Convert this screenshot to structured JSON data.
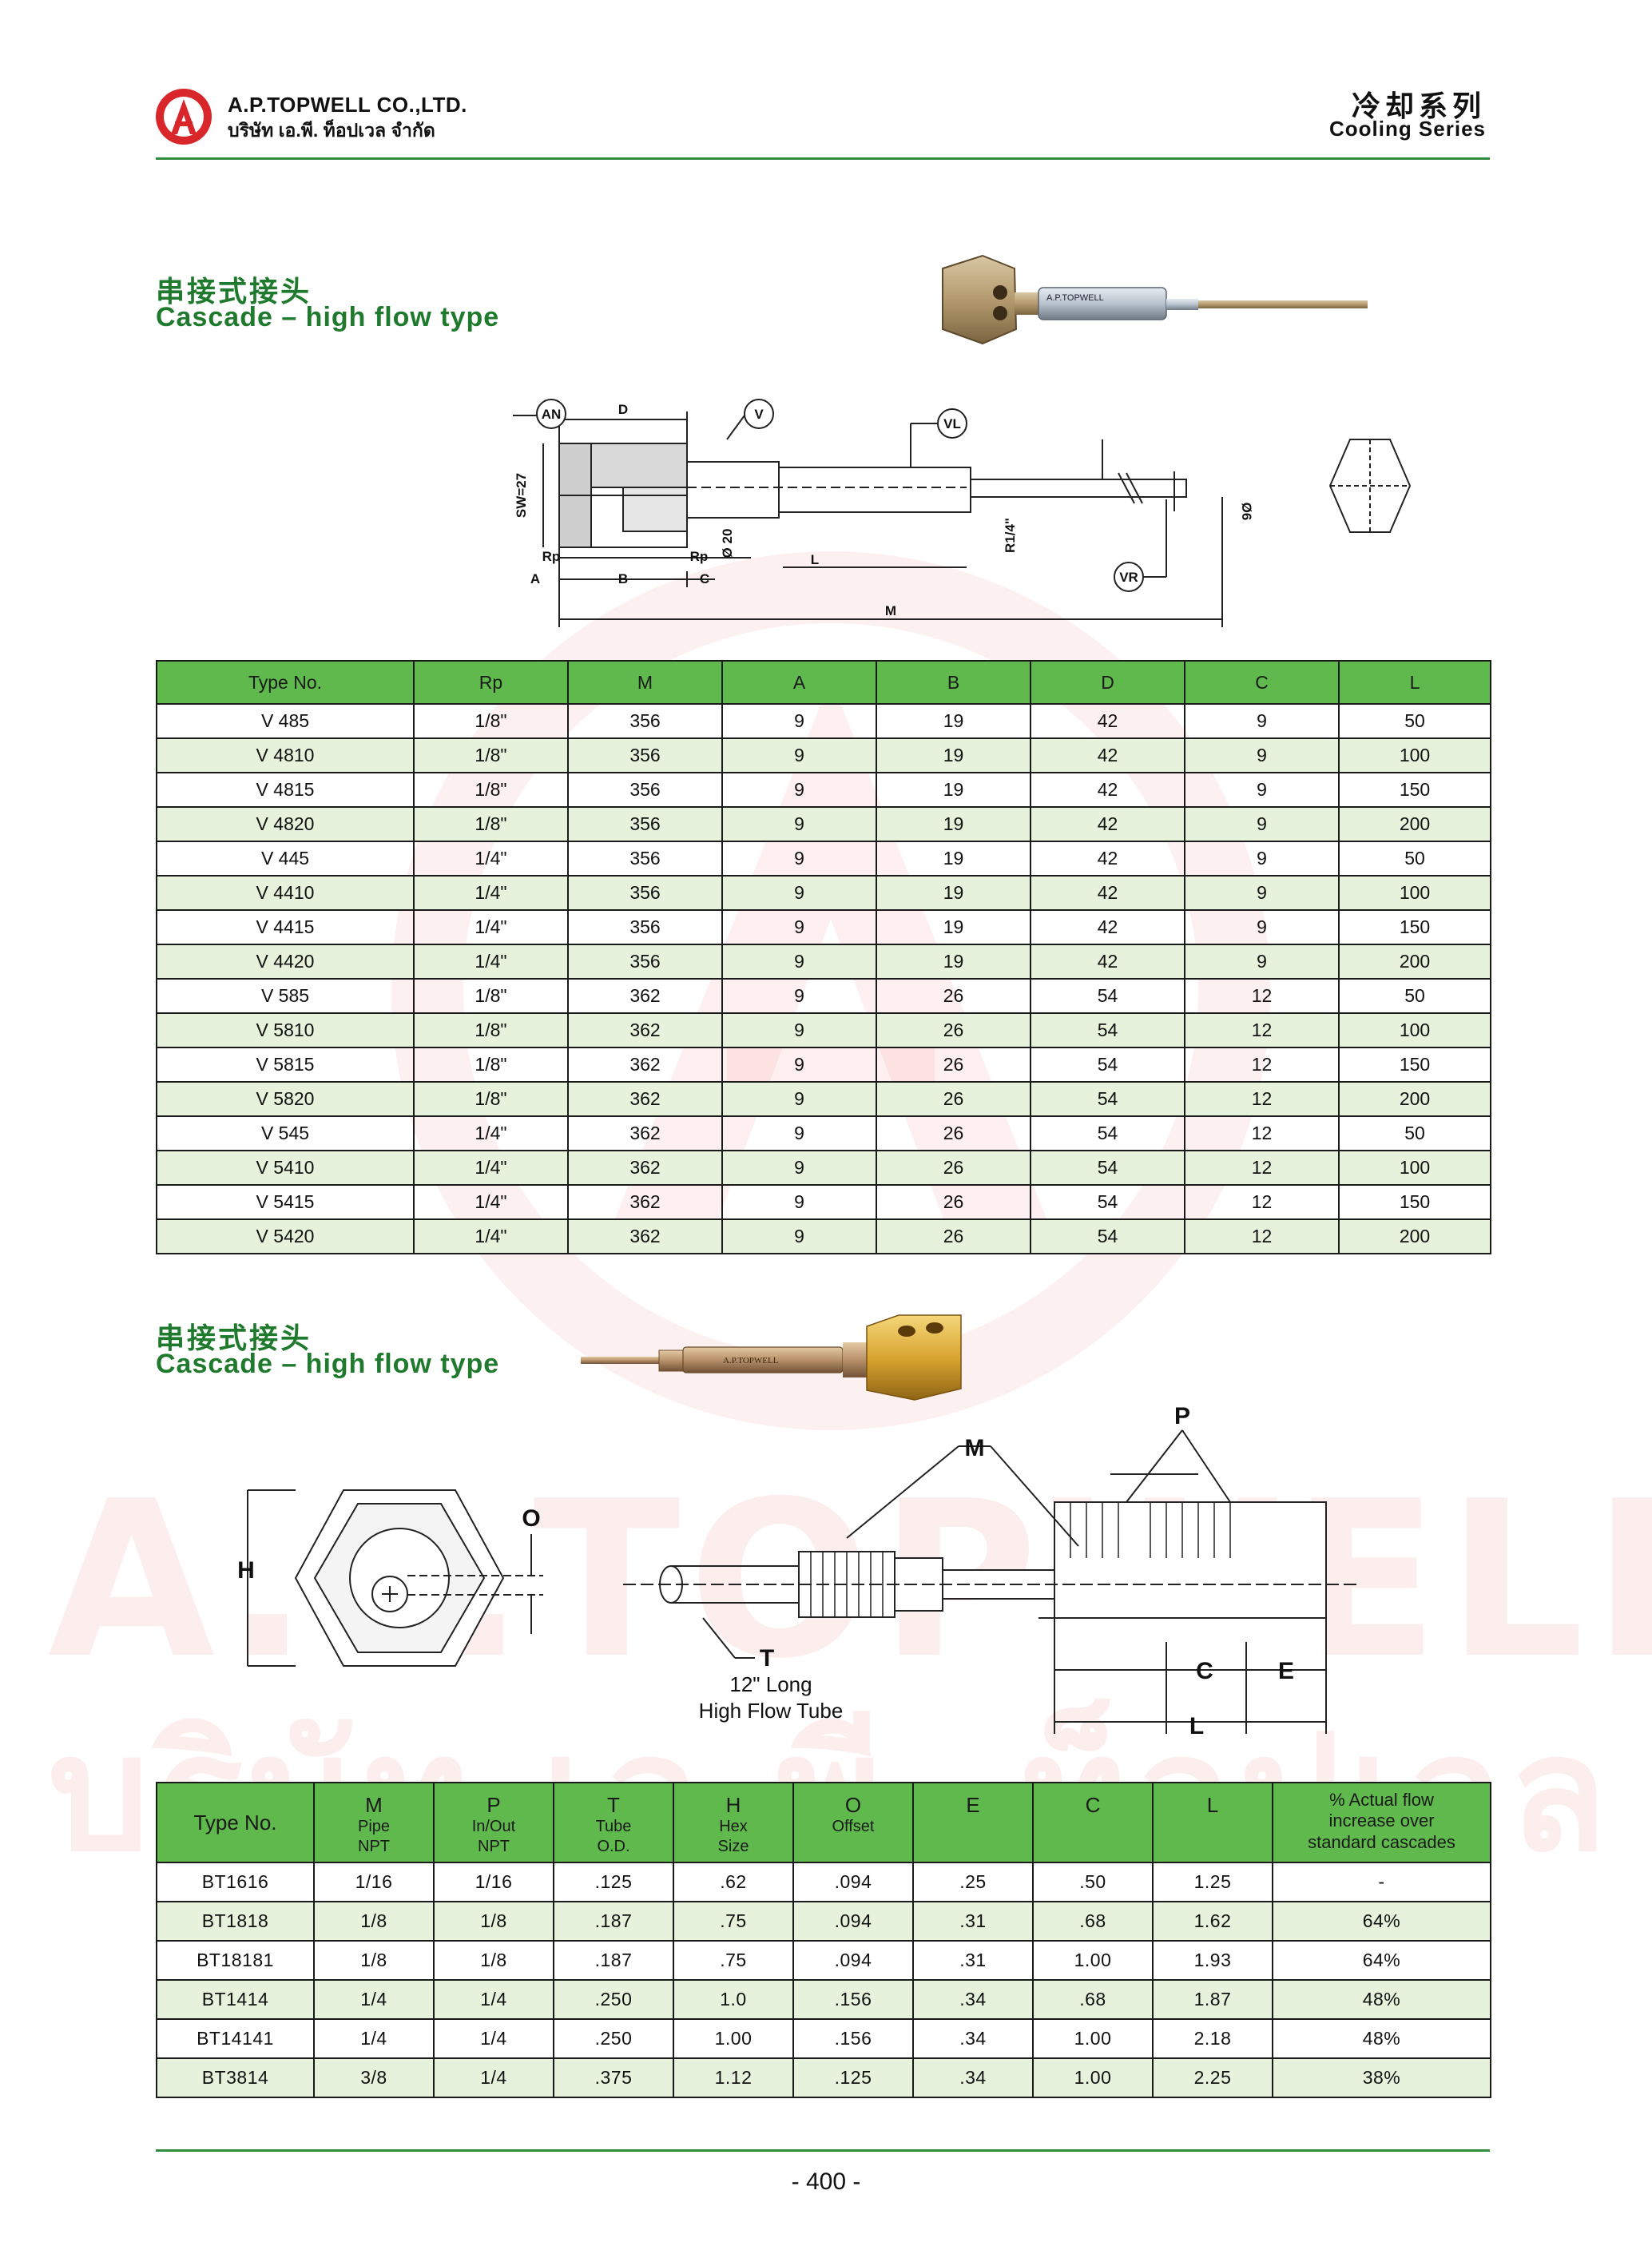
{
  "header": {
    "company_en": "A.P.TOPWELL CO.,LTD.",
    "company_th": "บริษัท เอ.พี. ท็อปเวล จํากัด",
    "series_zh": "冷却系列",
    "series_en": "Cooling Series"
  },
  "watermark": {
    "line1": "A.P.TOPWELL CO.,LTD",
    "line2": "บริษัท เอ.พี. ท็อปเวล จํากัด"
  },
  "section1": {
    "title_zh": "串接式接头",
    "title_en": "Cascade – high flow type",
    "product_label": "A.P.TOPWELL",
    "diagram": {
      "AN": "AN",
      "V": "V",
      "VL": "VL",
      "VR": "VR",
      "D": "D",
      "SW": "SW=27",
      "Rp1": "Rp",
      "Rp2": "Rp",
      "dia20": "Ø 20",
      "R14": "R1/4\"",
      "dia6": "Ø6",
      "A": "A",
      "B": "B",
      "C": "C",
      "L": "L",
      "M": "M"
    },
    "table": {
      "headers": [
        "Type No.",
        "Rp",
        "M",
        "A",
        "B",
        "D",
        "C",
        "L"
      ],
      "rows": [
        [
          "V 485",
          "1/8\"",
          "356",
          "9",
          "19",
          "42",
          "9",
          "50"
        ],
        [
          "V 4810",
          "1/8\"",
          "356",
          "9",
          "19",
          "42",
          "9",
          "100"
        ],
        [
          "V 4815",
          "1/8\"",
          "356",
          "9",
          "19",
          "42",
          "9",
          "150"
        ],
        [
          "V 4820",
          "1/8\"",
          "356",
          "9",
          "19",
          "42",
          "9",
          "200"
        ],
        [
          "V 445",
          "1/4\"",
          "356",
          "9",
          "19",
          "42",
          "9",
          "50"
        ],
        [
          "V 4410",
          "1/4\"",
          "356",
          "9",
          "19",
          "42",
          "9",
          "100"
        ],
        [
          "V 4415",
          "1/4\"",
          "356",
          "9",
          "19",
          "42",
          "9",
          "150"
        ],
        [
          "V 4420",
          "1/4\"",
          "356",
          "9",
          "19",
          "42",
          "9",
          "200"
        ],
        [
          "V 585",
          "1/8\"",
          "362",
          "9",
          "26",
          "54",
          "12",
          "50"
        ],
        [
          "V 5810",
          "1/8\"",
          "362",
          "9",
          "26",
          "54",
          "12",
          "100"
        ],
        [
          "V 5815",
          "1/8\"",
          "362",
          "9",
          "26",
          "54",
          "12",
          "150"
        ],
        [
          "V 5820",
          "1/8\"",
          "362",
          "9",
          "26",
          "54",
          "12",
          "200"
        ],
        [
          "V 545",
          "1/4\"",
          "362",
          "9",
          "26",
          "54",
          "12",
          "50"
        ],
        [
          "V 5410",
          "1/4\"",
          "362",
          "9",
          "26",
          "54",
          "12",
          "100"
        ],
        [
          "V 5415",
          "1/4\"",
          "362",
          "9",
          "26",
          "54",
          "12",
          "150"
        ],
        [
          "V 5420",
          "1/4\"",
          "362",
          "9",
          "26",
          "54",
          "12",
          "200"
        ]
      ]
    }
  },
  "section2": {
    "title_zh": "串接式接头",
    "title_en": "Cascade – high flow type",
    "product_label": "A.P.TOPWELL",
    "diagram": {
      "H": "H",
      "O": "O",
      "M": "M",
      "P": "P",
      "T": "T",
      "tube_line1": "12\" Long",
      "tube_line2": "High Flow Tube",
      "C": "C",
      "E": "E",
      "L": "L"
    },
    "table": {
      "headers": [
        {
          "main": "Type No.",
          "sub1": "",
          "sub2": ""
        },
        {
          "main": "M",
          "sub1": "Pipe",
          "sub2": "NPT"
        },
        {
          "main": "P",
          "sub1": "In/Out",
          "sub2": "NPT"
        },
        {
          "main": "T",
          "sub1": "Tube",
          "sub2": "O.D."
        },
        {
          "main": "H",
          "sub1": "Hex",
          "sub2": "Size"
        },
        {
          "main": "O",
          "sub1": "Offset",
          "sub2": ""
        },
        {
          "main": "E",
          "sub1": "",
          "sub2": ""
        },
        {
          "main": "C",
          "sub1": "",
          "sub2": ""
        },
        {
          "main": "L",
          "sub1": "",
          "sub2": ""
        },
        {
          "main": "% Actual flow",
          "sub1": "increase over",
          "sub2": "standard cascades"
        }
      ],
      "rows": [
        [
          "BT1616",
          "1/16",
          "1/16",
          ".125",
          ".62",
          ".094",
          ".25",
          ".50",
          "1.25",
          "-"
        ],
        [
          "BT1818",
          "1/8",
          "1/8",
          ".187",
          ".75",
          ".094",
          ".31",
          ".68",
          "1.62",
          "64%"
        ],
        [
          "BT18181",
          "1/8",
          "1/8",
          ".187",
          ".75",
          ".094",
          ".31",
          "1.00",
          "1.93",
          "64%"
        ],
        [
          "BT1414",
          "1/4",
          "1/4",
          ".250",
          "1.0",
          ".156",
          ".34",
          ".68",
          "1.87",
          "48%"
        ],
        [
          "BT14141",
          "1/4",
          "1/4",
          ".250",
          "1.00",
          ".156",
          ".34",
          "1.00",
          "2.18",
          "48%"
        ],
        [
          "BT3814",
          "3/8",
          "1/4",
          ".375",
          "1.12",
          ".125",
          ".34",
          "1.00",
          "2.25",
          "38%"
        ]
      ]
    }
  },
  "footer": {
    "page": "- 400 -"
  },
  "colors": {
    "brand_red": "#d9262b",
    "brand_green": "#2e8b3e",
    "table_header": "#5fb94c",
    "row_alt": "#e6f2dc"
  }
}
